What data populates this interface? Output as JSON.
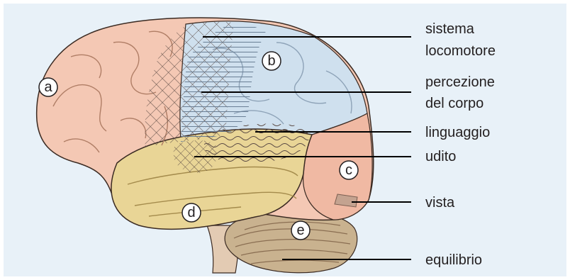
{
  "colors": {
    "background": "#e8f1f8",
    "frontal": "#f4c8b4",
    "parietal": "#cfe0ee",
    "occipital": "#f0b9a3",
    "temporal": "#e9d596",
    "cerebellum": "#c9b28f",
    "stem": "#e3cbb3",
    "outline": "#3a2a22",
    "leader": "#000000"
  },
  "regions": [
    {
      "letter": "a",
      "lobe": "frontal"
    },
    {
      "letter": "b",
      "lobe": "parietal"
    },
    {
      "letter": "c",
      "lobe": "occipital"
    },
    {
      "letter": "d",
      "lobe": "temporal"
    },
    {
      "letter": "e",
      "lobe": "cerebellum"
    }
  ],
  "labels": [
    {
      "line1": "sistema",
      "line2": "locomotore"
    },
    {
      "line1": "percezione",
      "line2": "del corpo"
    },
    {
      "line1": "linguaggio",
      "line2": ""
    },
    {
      "line1": "udito",
      "line2": ""
    },
    {
      "line1": "vista",
      "line2": ""
    },
    {
      "line1": "equilibrio",
      "line2": ""
    }
  ]
}
